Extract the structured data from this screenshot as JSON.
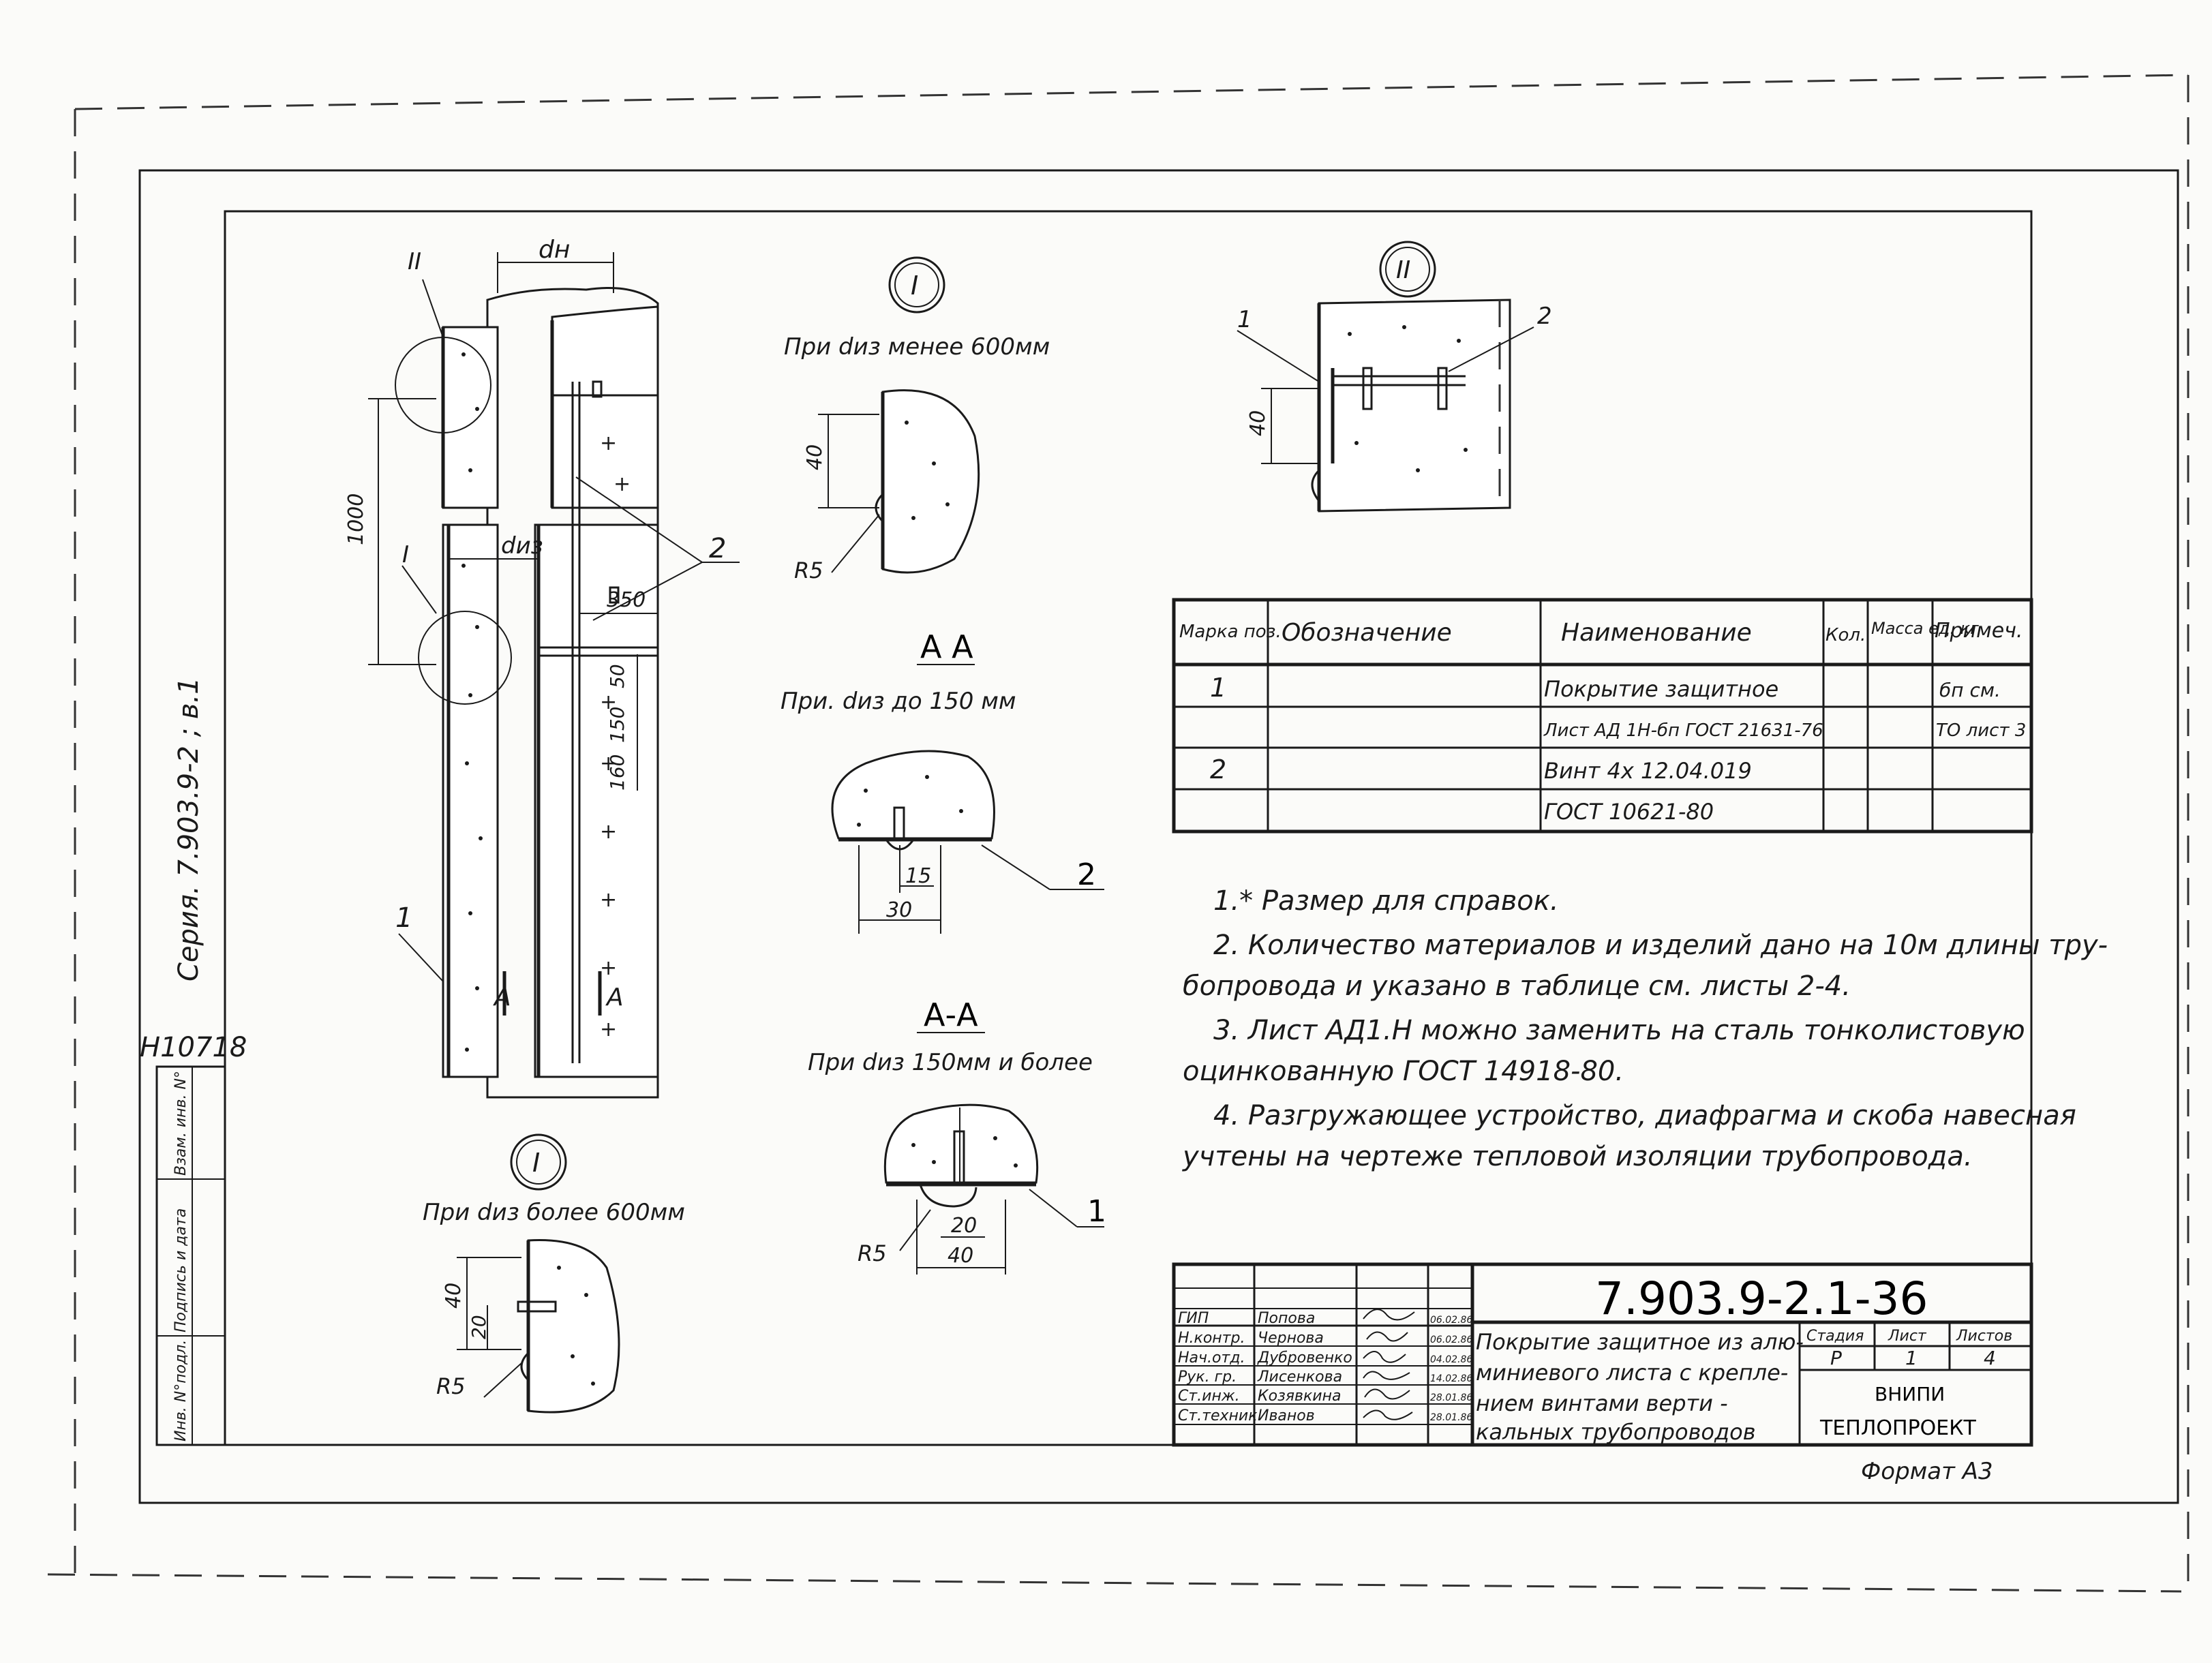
{
  "drawing": {
    "series_label": "Серия. 7.903.9-2 ; в.1",
    "inventory_number": "Н10718",
    "margin_cells": [
      "Инв. N°подл.",
      "Подпись и дата",
      "Взам. инв. N°"
    ],
    "format": "Формат А3"
  },
  "pipe_view": {
    "label_dn": "dн",
    "label_diz": "dиз",
    "dim_1000": "1000",
    "dim_350": "350",
    "dim_50": "50",
    "dim_150": "150",
    "dim_160": "160",
    "callout_1": "1",
    "callout_2": "2",
    "node_I": "I",
    "node_II": "II",
    "section_a_left": "А",
    "section_a_right": "А"
  },
  "detail_I_small": {
    "marker": "I",
    "caption": "При dиз менее 600мм",
    "dim_40": "40",
    "radius": "R5"
  },
  "detail_I_large": {
    "marker": "I",
    "caption": "При dиз более 600мм",
    "dim_40": "40",
    "dim_20": "20",
    "radius": "R5"
  },
  "detail_II": {
    "marker": "II",
    "dim_40": "40",
    "callout_1": "1",
    "callout_2": "2"
  },
  "section_AA_small": {
    "title": "А А",
    "caption": "При. dиз до 150 мм",
    "dim_15": "15",
    "dim_30": "30",
    "callout_2": "2"
  },
  "section_AA_large": {
    "title": "А-А",
    "caption": "При dиз 150мм и более",
    "dim_20": "20",
    "dim_40": "40",
    "radius": "R5",
    "callout_1": "1"
  },
  "spec_table": {
    "headers": [
      "Марка поз.",
      "Обозначение",
      "Наименование",
      "Кол.",
      "Масса ед. кг",
      "Примеч."
    ],
    "rows": [
      [
        "1",
        "",
        "Покрытие защитное",
        "",
        "",
        "бп см."
      ],
      [
        "",
        "",
        "Лист АД 1Н-бп ГОСТ 21631-76",
        "",
        "",
        "ТО лист 3"
      ],
      [
        "2",
        "",
        "Винт 4х 12.04.019",
        "",
        "",
        ""
      ],
      [
        "",
        "",
        "ГОСТ 10621-80",
        "",
        "",
        ""
      ]
    ]
  },
  "notes": [
    "1.* Размер для справок.",
    "2. Количество материалов и изделий дано на 10м длины тру-",
    "бопровода и указано в таблице см. листы 2-4.",
    "3. Лист АД1.Н можно заменить на сталь тонколистовую",
    "оцинкованную ГОСТ 14918-80.",
    "4. Разгружающее устройство, диафрагма и скоба навесная",
    "учтены на чертеже тепловой изоляции трубопровода."
  ],
  "title_block": {
    "code": "7.903.9-2.1-36",
    "roles": [
      {
        "role": "ГИП",
        "name": "Попова",
        "date": "06.02.86"
      },
      {
        "role": "Н.контр.",
        "name": "Чернова",
        "date": "06.02.86"
      },
      {
        "role": "Нач.отд.",
        "name": "Дубровенко",
        "date": "04.02.86"
      },
      {
        "role": "Рук. гр.",
        "name": "Лисенкова",
        "date": "14.02.86"
      },
      {
        "role": "Ст.инж.",
        "name": "Козявкина",
        "date": "28.01.86"
      },
      {
        "role": "Ст.техник",
        "name": "Иванов",
        "date": "28.01.86"
      }
    ],
    "description": [
      "Покрытие защитное из алю-",
      "миниевого листа с крепле-",
      "нием винтами верти -",
      "кальных трубопроводов"
    ],
    "stage_label": "Стадия",
    "sheet_label": "Лист",
    "sheets_label": "Листов",
    "stage": "Р",
    "sheet": "1",
    "sheets": "4",
    "org_1": "ВНИПИ",
    "org_2": "ТЕПЛОПРОЕКТ"
  }
}
